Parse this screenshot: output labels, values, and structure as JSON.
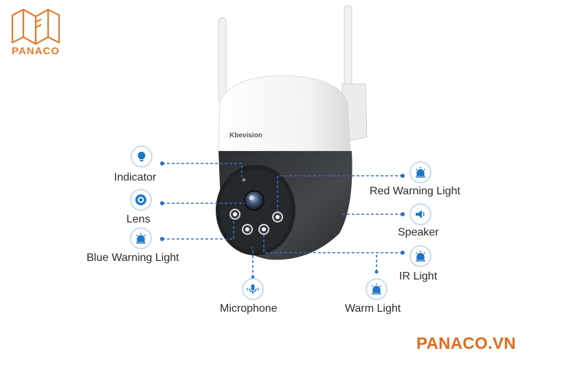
{
  "brand": {
    "logo_text": "PANACO",
    "footer_text": "PANACO.VN",
    "accent_color": "#e27b2c"
  },
  "camera": {
    "brand_text": "Kbevision"
  },
  "callouts": {
    "indicator": {
      "label": "Indicator",
      "icon": "bulb-icon"
    },
    "lens": {
      "label": "Lens",
      "icon": "lens-icon"
    },
    "blue_warning_light": {
      "label": "Blue Warning Light",
      "icon": "warning-light-icon"
    },
    "microphone": {
      "label": "Microphone",
      "icon": "microphone-icon"
    },
    "red_warning_light": {
      "label": "Red Warning Light",
      "icon": "warning-light-icon"
    },
    "speaker": {
      "label": "Speaker",
      "icon": "speaker-icon"
    },
    "ir_light": {
      "label": "IR Light",
      "icon": "ir-light-icon"
    },
    "warm_light": {
      "label": "Warm Light",
      "icon": "warm-light-icon"
    }
  },
  "colors": {
    "icon_blue": "#1f77c9",
    "leader_blue": "#2f6fc2",
    "camera_white": "#f4f4f4",
    "camera_dark": "#3a3d40"
  }
}
